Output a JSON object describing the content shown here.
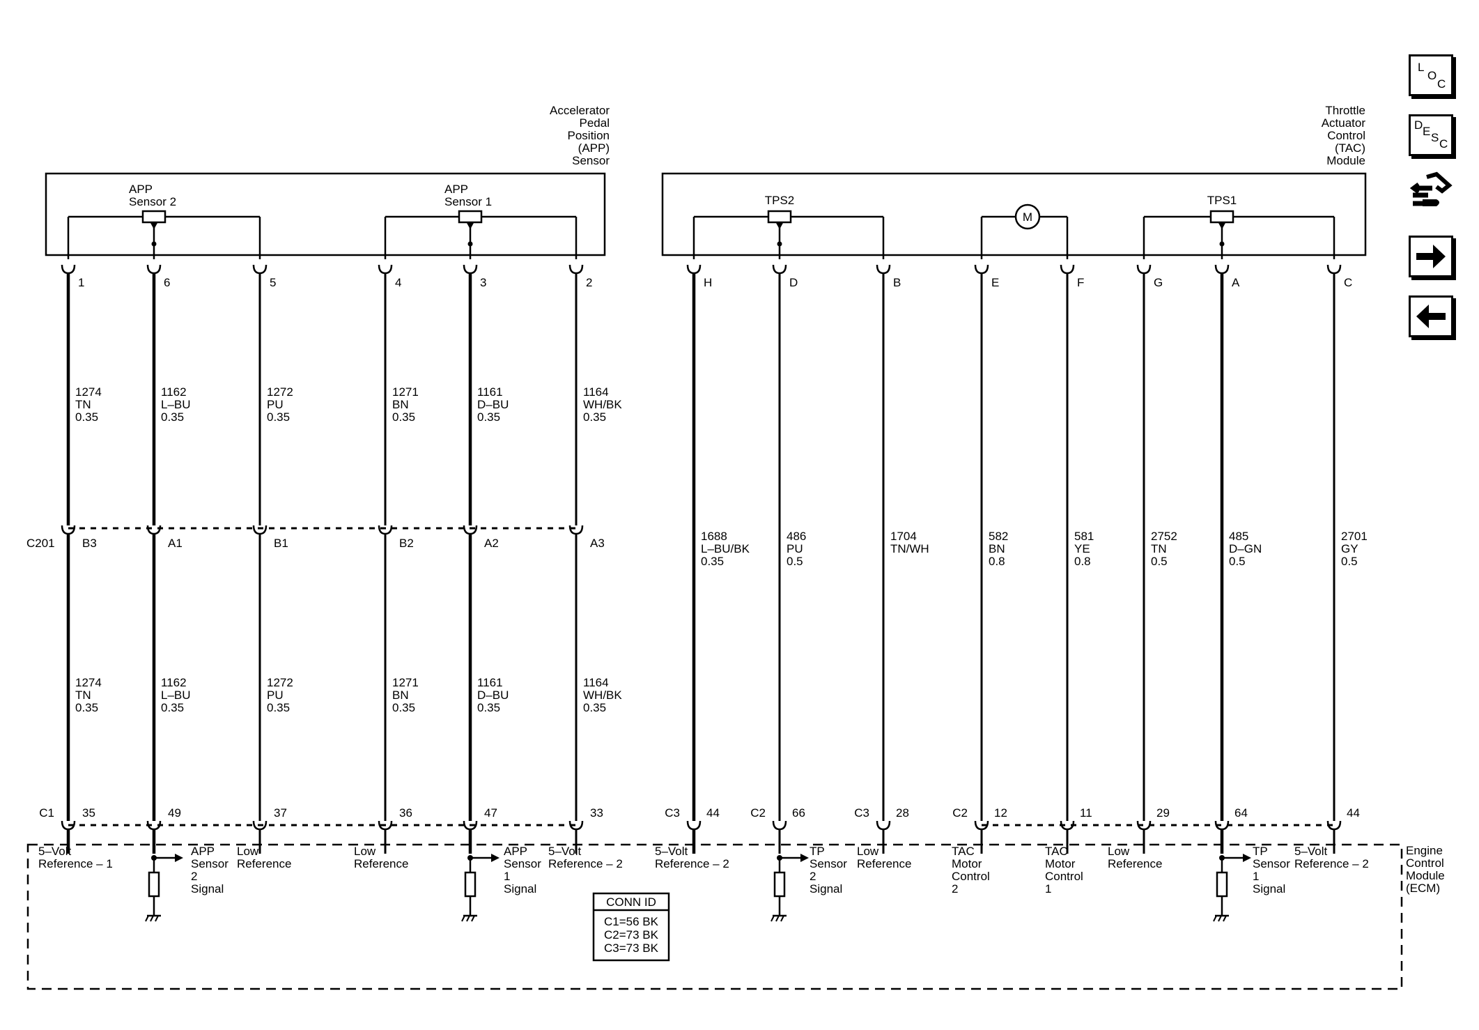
{
  "app_sensor": {
    "title": [
      "Accelerator",
      "Pedal",
      "Position",
      "(APP)",
      "Sensor"
    ],
    "sensor2": [
      "APP",
      "Sensor 2"
    ],
    "sensor1": [
      "APP",
      "Sensor 1"
    ]
  },
  "tac_module": {
    "title": [
      "Throttle",
      "Actuator",
      "Control",
      "(TAC)",
      "Module"
    ],
    "tps2": "TPS2",
    "tps1": "TPS1",
    "motor": "M"
  },
  "ecm": {
    "title": [
      "Engine",
      "Control",
      "Module",
      "(ECM)"
    ]
  },
  "connector_c201": "C201",
  "conn_id": {
    "header": "CONN ID",
    "rows": [
      "C1=56 BK",
      "C2=73 BK",
      "C3=73 BK"
    ]
  },
  "app_wires": [
    {
      "pin": "1",
      "upper": [
        "1274",
        "TN",
        "0.35"
      ],
      "c201": "B3",
      "lower": [
        "1274",
        "TN",
        "0.35"
      ],
      "ecm_conn": "C1",
      "ecm_pin": "35",
      "func": [
        "5–Volt",
        "Reference – 1"
      ]
    },
    {
      "pin": "6",
      "upper": [
        "1162",
        "L–BU",
        "0.35"
      ],
      "c201": "A1",
      "lower": [
        "1162",
        "L–BU",
        "0.35"
      ],
      "ecm_conn": "",
      "ecm_pin": "49",
      "func": [
        "APP",
        "Sensor",
        "2",
        "Signal"
      ]
    },
    {
      "pin": "5",
      "upper": [
        "1272",
        "PU",
        "0.35"
      ],
      "c201": "B1",
      "lower": [
        "1272",
        "PU",
        "0.35"
      ],
      "ecm_conn": "",
      "ecm_pin": "37",
      "func": [
        "Low",
        "Reference"
      ]
    },
    {
      "pin": "4",
      "upper": [
        "1271",
        "BN",
        "0.35"
      ],
      "c201": "B2",
      "lower": [
        "1271",
        "BN",
        "0.35"
      ],
      "ecm_conn": "",
      "ecm_pin": "36",
      "func": [
        "Low",
        "Reference"
      ]
    },
    {
      "pin": "3",
      "upper": [
        "1161",
        "D–BU",
        "0.35"
      ],
      "c201": "A2",
      "lower": [
        "1161",
        "D–BU",
        "0.35"
      ],
      "ecm_conn": "",
      "ecm_pin": "47",
      "func": [
        "APP",
        "Sensor",
        "1",
        "Signal"
      ]
    },
    {
      "pin": "2",
      "upper": [
        "1164",
        "WH/BK",
        "0.35"
      ],
      "c201": "A3",
      "lower": [
        "1164",
        "WH/BK",
        "0.35"
      ],
      "ecm_conn": "",
      "ecm_pin": "33",
      "func": [
        "5–Volt",
        "Reference – 2"
      ]
    }
  ],
  "tac_wires": [
    {
      "pin": "H",
      "wire": [
        "1688",
        "L–BU/BK",
        "0.35"
      ],
      "ecm_conn": "C3",
      "ecm_pin": "44",
      "func": [
        "5–Volt",
        "Reference – 2"
      ]
    },
    {
      "pin": "D",
      "wire": [
        "486",
        "PU",
        "0.5"
      ],
      "ecm_conn": "C2",
      "ecm_pin": "66",
      "func": [
        "TP",
        "Sensor",
        "2",
        "Signal"
      ]
    },
    {
      "pin": "B",
      "wire": [
        "1704",
        "TN/WH"
      ],
      "ecm_conn": "C3",
      "ecm_pin": "28",
      "func": [
        "Low",
        "Reference"
      ]
    },
    {
      "pin": "E",
      "wire": [
        "582",
        "BN",
        "0.8"
      ],
      "ecm_conn": "C2",
      "ecm_pin": "12",
      "func": [
        "TAC",
        "Motor",
        "Control",
        "2"
      ]
    },
    {
      "pin": "F",
      "wire": [
        "581",
        "YE",
        "0.8"
      ],
      "ecm_conn": "",
      "ecm_pin": "11",
      "func": [
        "TAC",
        "Motor",
        "Control",
        "1"
      ]
    },
    {
      "pin": "G",
      "wire": [
        "2752",
        "TN",
        "0.5"
      ],
      "ecm_conn": "",
      "ecm_pin": "29",
      "func": [
        "Low",
        "Reference"
      ]
    },
    {
      "pin": "A",
      "wire": [
        "485",
        "D–GN",
        "0.5"
      ],
      "ecm_conn": "",
      "ecm_pin": "64",
      "func": [
        "TP",
        "Sensor",
        "1",
        "Signal"
      ]
    },
    {
      "pin": "C",
      "wire": [
        "2701",
        "GY",
        "0.5"
      ],
      "ecm_conn": "",
      "ecm_pin": "44",
      "func": [
        "5–Volt",
        "Reference – 2"
      ]
    }
  ],
  "nav": {
    "loc": [
      "L",
      "O",
      "C"
    ],
    "desc": [
      "D",
      "E",
      "S",
      "C"
    ]
  }
}
